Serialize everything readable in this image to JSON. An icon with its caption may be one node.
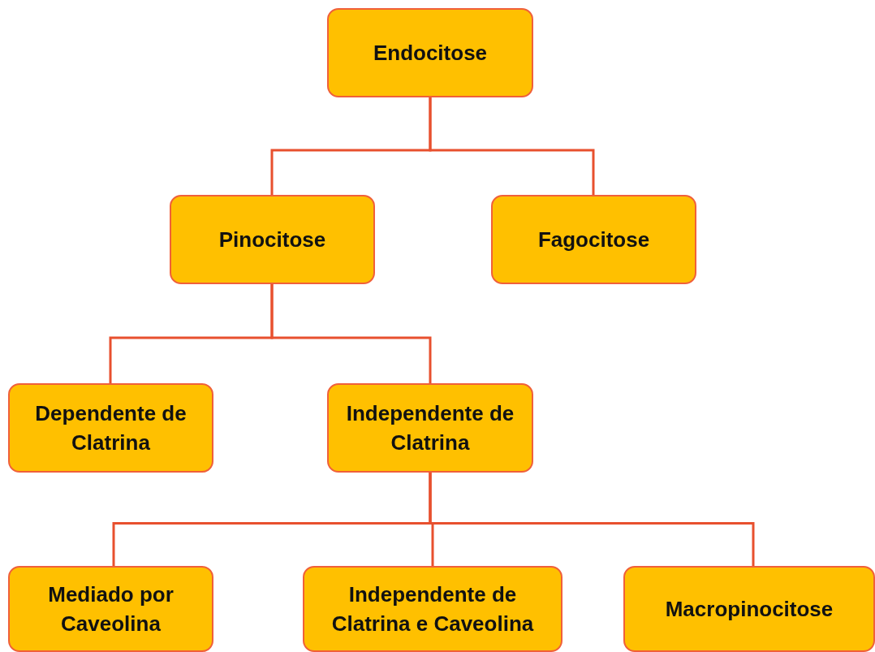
{
  "diagram": {
    "nodes": [
      {
        "text": [
          "Endocitose"
        ]
      },
      {
        "text": [
          "Pinocitose"
        ]
      },
      {
        "text": [
          "Fagocitose"
        ]
      },
      {
        "text": [
          "Dependente de Clatrina"
        ]
      },
      {
        "text": [
          "Independente de Clatrina"
        ]
      },
      {
        "text": [
          "Mediado por Caveolina"
        ]
      },
      {
        "text": [
          "Independente de Clatrina e Caveolina"
        ]
      },
      {
        "text": [
          "Macropinocitose"
        ]
      }
    ],
    "edges": [
      {
        "from": 0,
        "to": 1,
        "arrow": "none"
      },
      {
        "from": 0,
        "to": 2,
        "arrow": "none"
      },
      {
        "from": 1,
        "to": 3,
        "arrow": "none"
      },
      {
        "from": 1,
        "to": 4,
        "arrow": "none"
      },
      {
        "from": 4,
        "to": 5,
        "arrow": "none"
      },
      {
        "from": 4,
        "to": 6,
        "arrow": "none"
      },
      {
        "from": 4,
        "to": 7,
        "arrow": "none"
      }
    ]
  }
}
